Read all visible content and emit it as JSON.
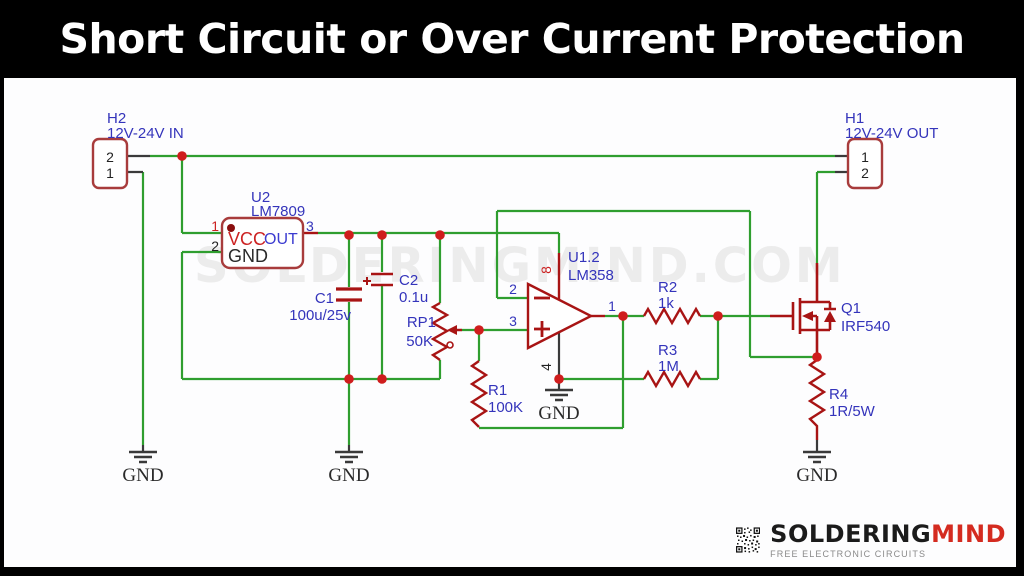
{
  "header": {
    "title": "Short Circuit or Over Current Protection"
  },
  "watermark_text": "SOLDERINGMIND.COM",
  "colors": {
    "wire_green": "#2f9e2f",
    "component_red": "#a81414",
    "junction_red": "#cf1d1d",
    "label_blue": "#3434bb",
    "title_bg": "#000000",
    "title_fg": "#ffffff",
    "brand_red": "#d42b20"
  },
  "connectors": {
    "h2": {
      "ref": "H2",
      "value": "12V-24V IN",
      "pin_top": "2",
      "pin_bottom": "1"
    },
    "h1": {
      "ref": "H1",
      "value": "12V-24V OUT",
      "pin_top": "1",
      "pin_bottom": "2"
    }
  },
  "regulator": {
    "ref": "U2",
    "value": "LM7809",
    "in_label": "VCC",
    "out_label": "OUT",
    "gnd_label": "GND",
    "pin_in": "1",
    "pin_gnd": "2",
    "pin_out": "3"
  },
  "opamp": {
    "ref": "U1.2",
    "value": "LM358",
    "pin_inv": "2",
    "pin_noninv": "3",
    "pin_out": "1",
    "pin_vcc": "8",
    "pin_gnd": "4"
  },
  "capacitors": {
    "c1": {
      "ref": "C1",
      "value": "100u/25v",
      "polarity": "+"
    },
    "c2": {
      "ref": "C2",
      "value": "0.1u"
    }
  },
  "potentiometer": {
    "ref": "RP1",
    "value": "50K"
  },
  "resistors": {
    "r1": {
      "ref": "R1",
      "value": "100K"
    },
    "r2": {
      "ref": "R2",
      "value": "1k"
    },
    "r3": {
      "ref": "R3",
      "value": "1M"
    },
    "r4": {
      "ref": "R4",
      "value": "1R/5W"
    }
  },
  "mosfet": {
    "ref": "Q1",
    "value": "IRF540"
  },
  "grounds": [
    "GND",
    "GND",
    "GND",
    "GND"
  ],
  "footer": {
    "brand_black": "SOLDERING",
    "brand_red_text": "MIND",
    "tagline": "FREE ELECTRONIC CIRCUITS"
  }
}
